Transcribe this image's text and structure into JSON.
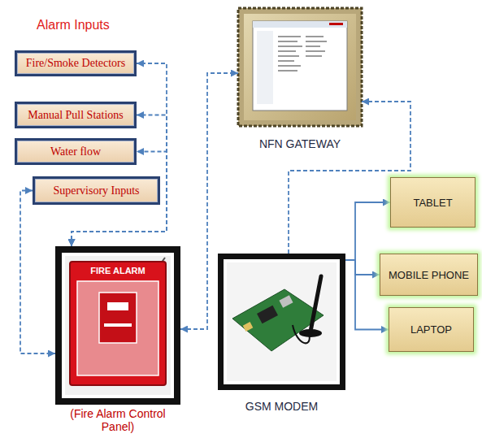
{
  "diagram": {
    "nodes": [
      {
        "text": [
          "Fire/Smoke Detectors"
        ]
      },
      {
        "text": [
          "Manual Pull Stations"
        ]
      },
      {
        "text": [
          "Water flow"
        ]
      },
      {
        "text": [
          "Supervisory Inputs"
        ]
      },
      {
        "text": [
          "NFN GATEWAY"
        ]
      },
      {
        "text": [
          "(Fire Alarm Control Panel)"
        ]
      },
      {
        "text": [
          "GSM MODEM"
        ]
      },
      {
        "text": [
          "TABLET"
        ]
      },
      {
        "text": [
          "MOBILE PHONE"
        ]
      },
      {
        "text": [
          "LAPTOP"
        ]
      }
    ],
    "edges": [
      {
        "from": 0,
        "to": 5,
        "arrow": "both"
      },
      {
        "from": 1,
        "to": 5,
        "arrow": "both"
      },
      {
        "from": 2,
        "to": 5,
        "arrow": "both"
      },
      {
        "from": 3,
        "to": 5,
        "arrow": "both"
      },
      {
        "from": 5,
        "to": 4,
        "arrow": "both"
      },
      {
        "from": 6,
        "to": 4,
        "arrow": "to"
      },
      {
        "from": 6,
        "to": 7,
        "arrow": "to"
      },
      {
        "from": 6,
        "to": 8,
        "arrow": "to"
      },
      {
        "from": 6,
        "to": 9,
        "arrow": "to"
      }
    ],
    "labels": [
      "Alarm Inputs",
      "FIRE ALARM"
    ]
  }
}
